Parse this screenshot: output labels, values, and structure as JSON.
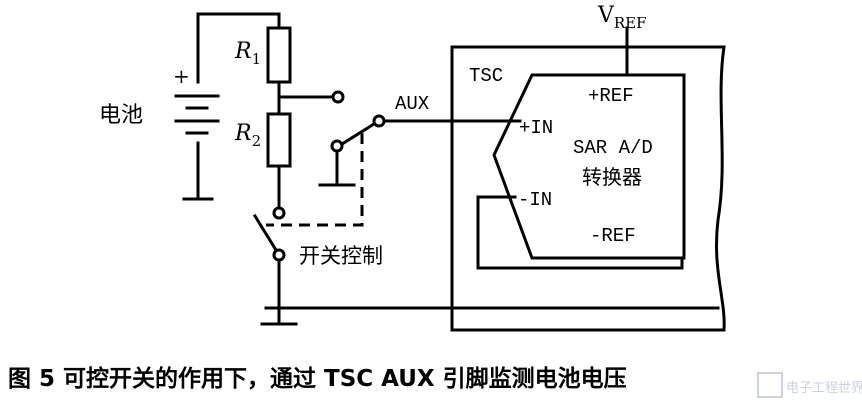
{
  "labels": {
    "vref": "V",
    "vref_sub": "REF",
    "tsc": "TSC",
    "aux": "AUX",
    "plus_ref": "+REF",
    "plus_in": "+IN",
    "minus_in": "-IN",
    "minus_ref": "-REF",
    "adc_title": "SAR A/D",
    "adc_subtitle": "转换器",
    "battery": "电池",
    "battery_plus": "+",
    "r1": "R",
    "r1_sub": "1",
    "r2": "R",
    "r2_sub": "2",
    "switch_control": "开关控制"
  },
  "caption": {
    "text": "图 5  可控开关的作用下，通过 TSC AUX 引脚监测电池电压"
  },
  "watermark": {
    "text": "电子工程世界"
  }
}
